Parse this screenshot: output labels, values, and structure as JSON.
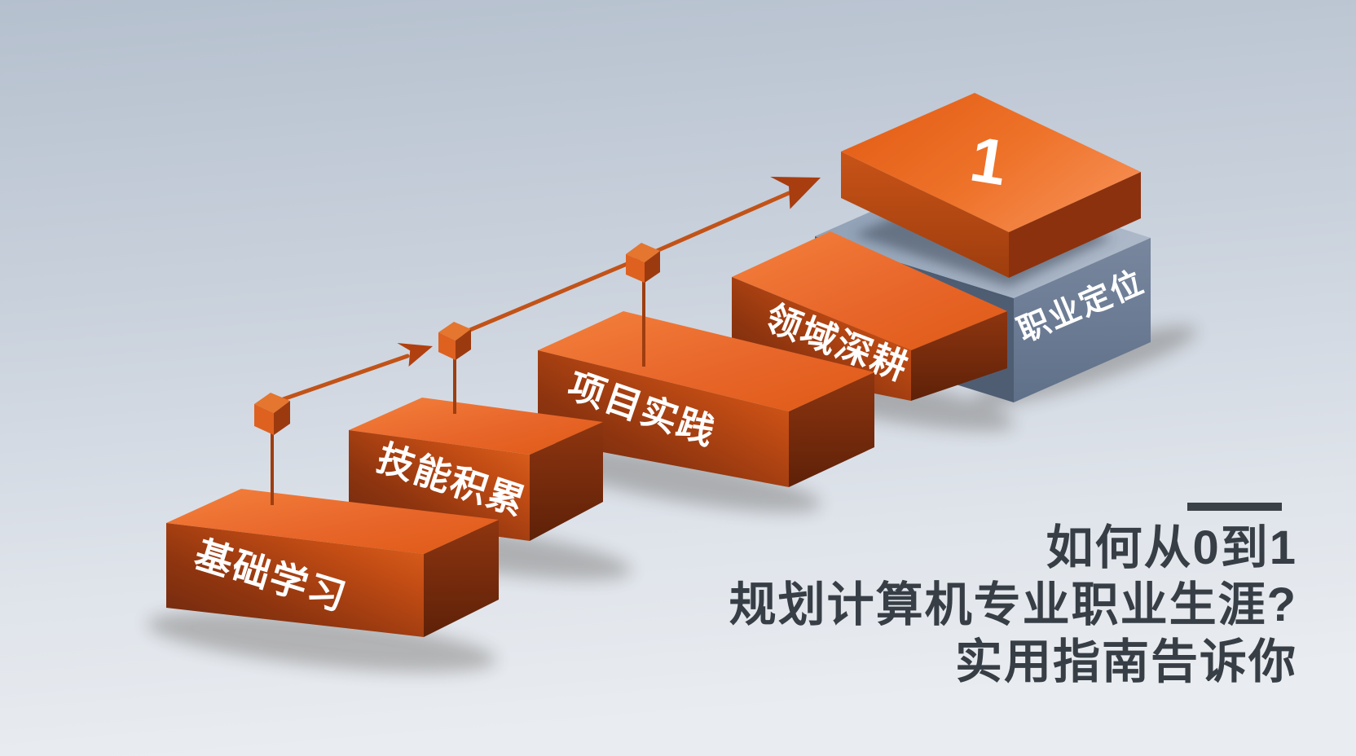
{
  "poster": {
    "title": {
      "lines": [
        "如何从0到1",
        "规划计算机专业职业生涯?",
        "实用指南告诉你"
      ]
    },
    "steps": [
      {
        "id": 1,
        "label": "基础学习"
      },
      {
        "id": 2,
        "label": "技能积累"
      },
      {
        "id": 3,
        "label": "项目实践"
      },
      {
        "id": 4,
        "label": "领域深耕"
      },
      {
        "id": 5,
        "label": "职业定位"
      }
    ],
    "peak_marker": "1",
    "colors": {
      "block_top_orange": "#E8662A",
      "block_front_dark": "#6E2810",
      "slate_block": "#74839A",
      "arrow_accent": "#C25318",
      "background_top": "#B5C0CE",
      "background_bottom": "#E9ECF0",
      "title_text": "#373E45"
    }
  }
}
